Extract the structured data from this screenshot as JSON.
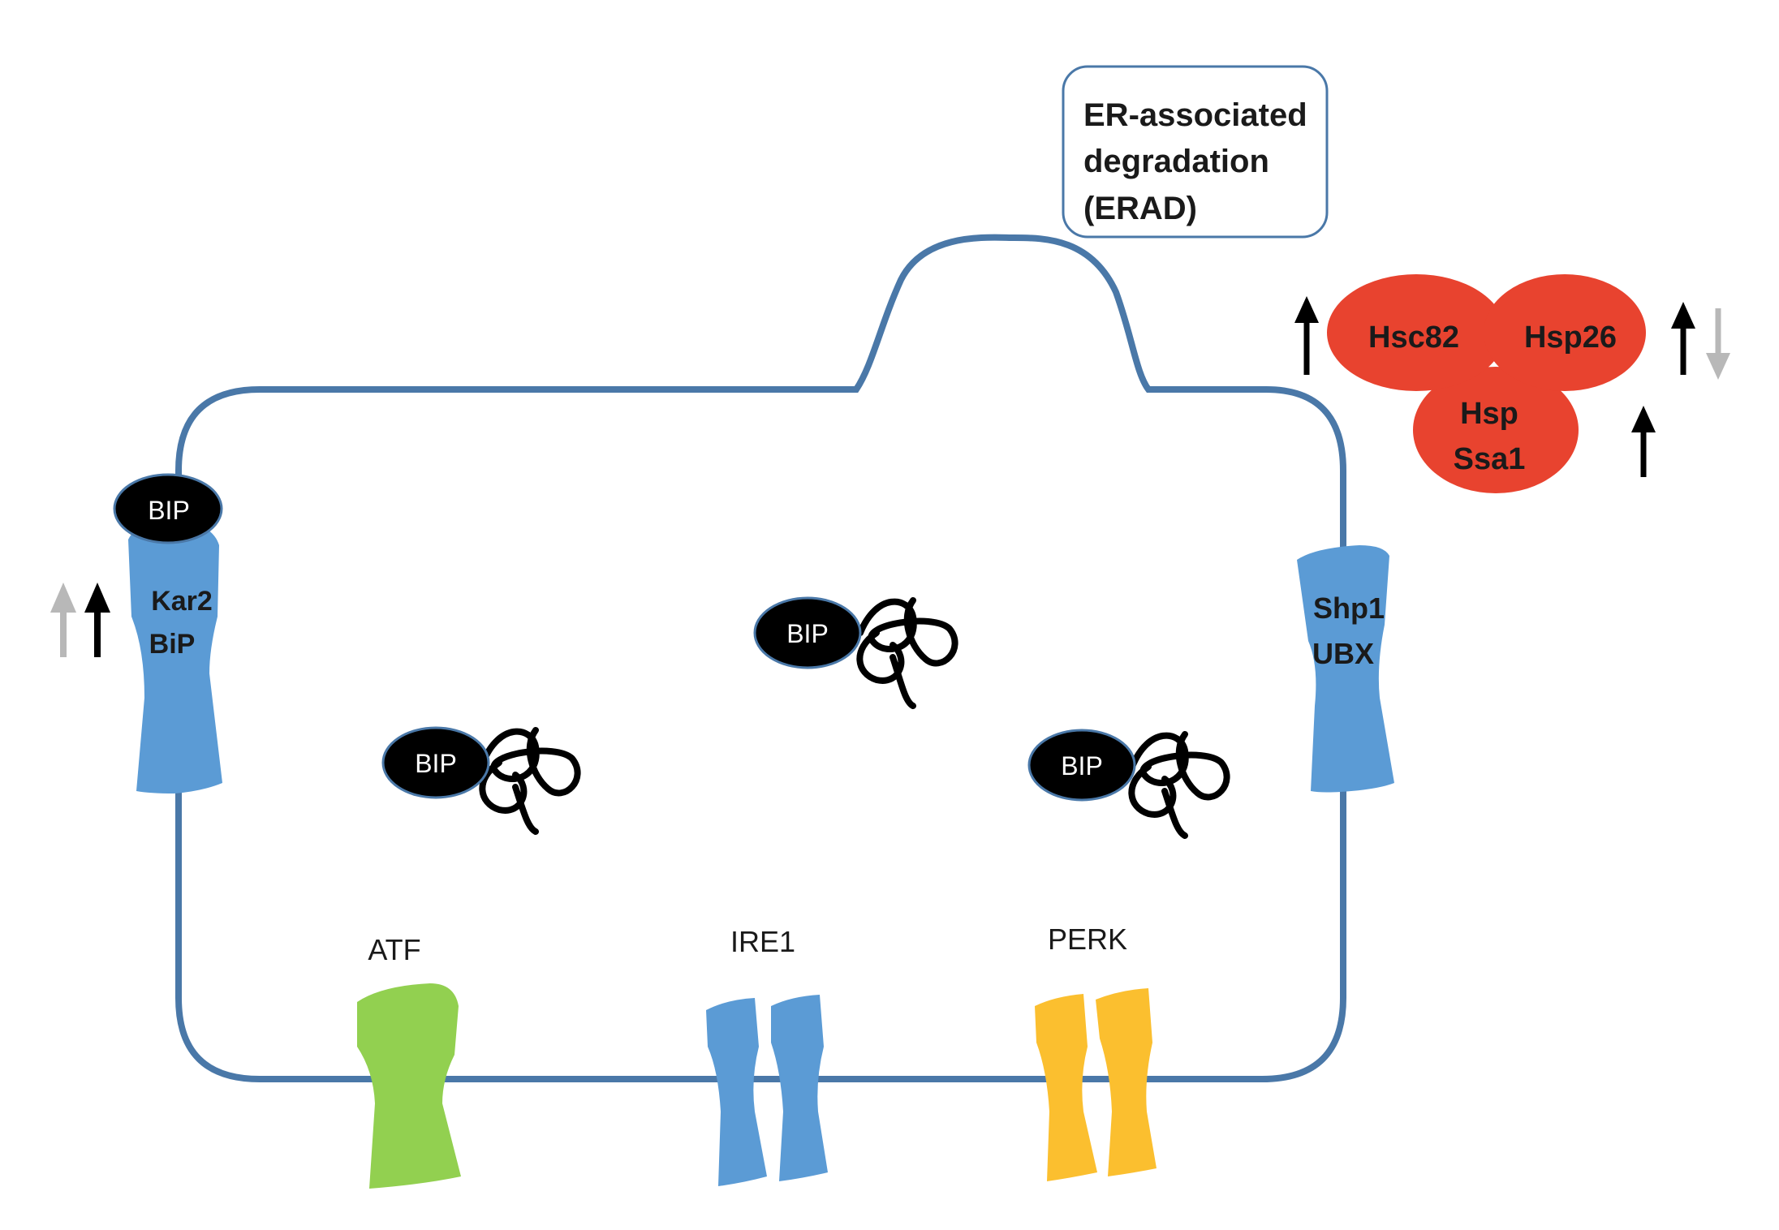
{
  "erad": {
    "line1": "ER-associated",
    "line2": "degradation",
    "line3": "(ERAD)"
  },
  "chaperones": {
    "hsc82": "Hsc82",
    "hsp26": "Hsp26",
    "hsp_line1": "Hsp",
    "hsp_line2": "Ssa1"
  },
  "membrane_proteins": {
    "kar2_line1": "Kar2",
    "kar2_line2": "BiP",
    "shp1_line1": "Shp1",
    "shp1_line2": "UBX",
    "bip_cap": "BIP"
  },
  "lumen": {
    "bip_1": "BIP",
    "bip_2": "BIP",
    "bip_3": "BIP"
  },
  "sensors": {
    "atf": "ATF",
    "ire1": "IRE1",
    "perk": "PERK"
  },
  "colors": {
    "membrane": "#4a78a8",
    "blue_protein": "#5b9bd5",
    "red_chaperone": "#e8432f",
    "green_atf": "#92d050",
    "yellow_perk": "#fbbf2f",
    "black": "#000000",
    "gray_arrow": "#b8b8b8"
  }
}
